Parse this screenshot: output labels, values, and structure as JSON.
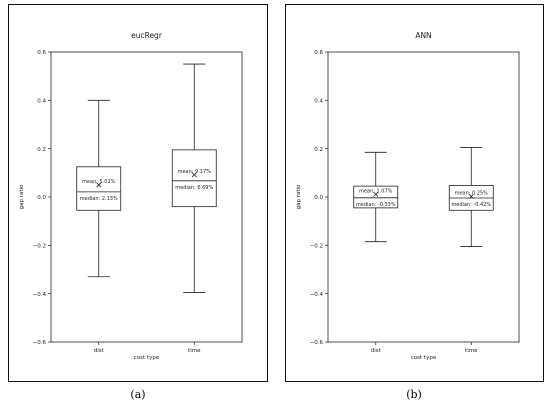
{
  "chart_data": [
    {
      "type": "box",
      "title": "eucRegr",
      "xlabel": "cost type",
      "ylabel": "gap ratio",
      "ylim": [
        -0.6,
        0.6
      ],
      "yticks": [
        "0.6",
        "0.4",
        "0.2",
        "0.0",
        "−0.2",
        "−0.4",
        "−0.6"
      ],
      "ytick_values": [
        0.6,
        0.4,
        0.2,
        0.0,
        -0.2,
        -0.4,
        -0.6
      ],
      "categories": [
        "dist",
        "time"
      ],
      "boxes": [
        {
          "category": "dist",
          "whisker_low": -0.33,
          "q1": -0.055,
          "median": 0.0213,
          "q3": 0.125,
          "whisker_high": 0.4,
          "mean": 0.0502,
          "mean_label": "mean: 5.02%",
          "median_label": "median: 2.13%"
        },
        {
          "category": "time",
          "whisker_low": -0.395,
          "q1": -0.04,
          "median": 0.0669,
          "q3": 0.195,
          "whisker_high": 0.55,
          "mean": 0.0917,
          "mean_label": "mean: 9.17%",
          "median_label": "median: 6.69%"
        }
      ]
    },
    {
      "type": "box",
      "title": "ANN",
      "xlabel": "cost type",
      "ylabel": "gap ratio",
      "ylim": [
        -0.6,
        0.6
      ],
      "yticks": [
        "0.6",
        "0.4",
        "0.2",
        "0.0",
        "−0.2",
        "−0.4",
        "−0.6"
      ],
      "ytick_values": [
        0.6,
        0.4,
        0.2,
        0.0,
        -0.2,
        -0.4,
        -0.6
      ],
      "categories": [
        "dist",
        "time"
      ],
      "boxes": [
        {
          "category": "dist",
          "whisker_low": -0.185,
          "q1": -0.045,
          "median": -0.0033,
          "q3": 0.045,
          "whisker_high": 0.185,
          "mean": 0.0107,
          "mean_label": "mean: 1.07%",
          "median_label": "median: -0.33%"
        },
        {
          "category": "time",
          "whisker_low": -0.205,
          "q1": -0.055,
          "median": -0.0042,
          "q3": 0.048,
          "whisker_high": 0.205,
          "mean": 0.0025,
          "mean_label": "mean: 0.25%",
          "median_label": "median: -0.42%"
        }
      ]
    }
  ],
  "captions": [
    "(a)",
    "(b)"
  ]
}
